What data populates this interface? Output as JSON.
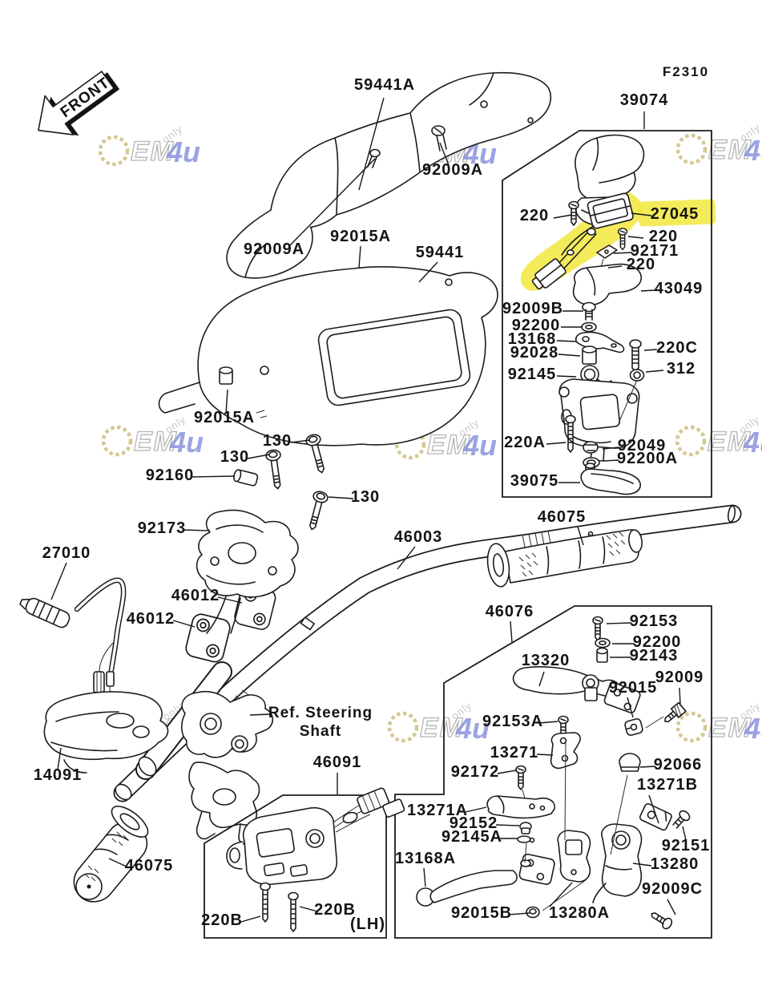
{
  "figure_code": "F2310",
  "front_arrow_label": "FRONT",
  "highlight_color": "#f2e83e",
  "watermark": {
    "em": "EM",
    "four_u": "4u",
    "only": "only"
  },
  "ref_note": {
    "line1": "Ref. Steering",
    "line2": "Shaft"
  },
  "labels": [
    {
      "text": "59441A"
    },
    {
      "text": "39074"
    },
    {
      "text": "92009A"
    },
    {
      "text": "220"
    },
    {
      "text": "27045",
      "highlighted": true
    },
    {
      "text": "220"
    },
    {
      "text": "92171"
    },
    {
      "text": "220"
    },
    {
      "text": "43049"
    },
    {
      "text": "92009B"
    },
    {
      "text": "92200"
    },
    {
      "text": "13168"
    },
    {
      "text": "92028"
    },
    {
      "text": "220C"
    },
    {
      "text": "312"
    },
    {
      "text": "92145"
    },
    {
      "text": "220A"
    },
    {
      "text": "92049"
    },
    {
      "text": "92200A"
    },
    {
      "text": "39075"
    },
    {
      "text": "92015A"
    },
    {
      "text": "59441"
    },
    {
      "text": "92009A"
    },
    {
      "text": "92015A"
    },
    {
      "text": "130"
    },
    {
      "text": "130"
    },
    {
      "text": "92160"
    },
    {
      "text": "92173"
    },
    {
      "text": "130"
    },
    {
      "text": "46075"
    },
    {
      "text": "46003"
    },
    {
      "text": "27010"
    },
    {
      "text": "46012"
    },
    {
      "text": "46012"
    },
    {
      "text": "46076"
    },
    {
      "text": "92153"
    },
    {
      "text": "92200"
    },
    {
      "text": "92143"
    },
    {
      "text": "13320"
    },
    {
      "text": "92009"
    },
    {
      "text": "92015"
    },
    {
      "text": "92153A"
    },
    {
      "text": "13271"
    },
    {
      "text": "92066"
    },
    {
      "text": "92172"
    },
    {
      "text": "13271B"
    },
    {
      "text": "14091"
    },
    {
      "text": "46091"
    },
    {
      "text": "13271A"
    },
    {
      "text": "92152"
    },
    {
      "text": "92145A"
    },
    {
      "text": "13168A"
    },
    {
      "text": "92151"
    },
    {
      "text": "13280"
    },
    {
      "text": "46075"
    },
    {
      "text": "92009C"
    },
    {
      "text": "220B"
    },
    {
      "text": "220B"
    },
    {
      "text": "(LH)"
    },
    {
      "text": "92015B"
    },
    {
      "text": "13280A"
    }
  ]
}
